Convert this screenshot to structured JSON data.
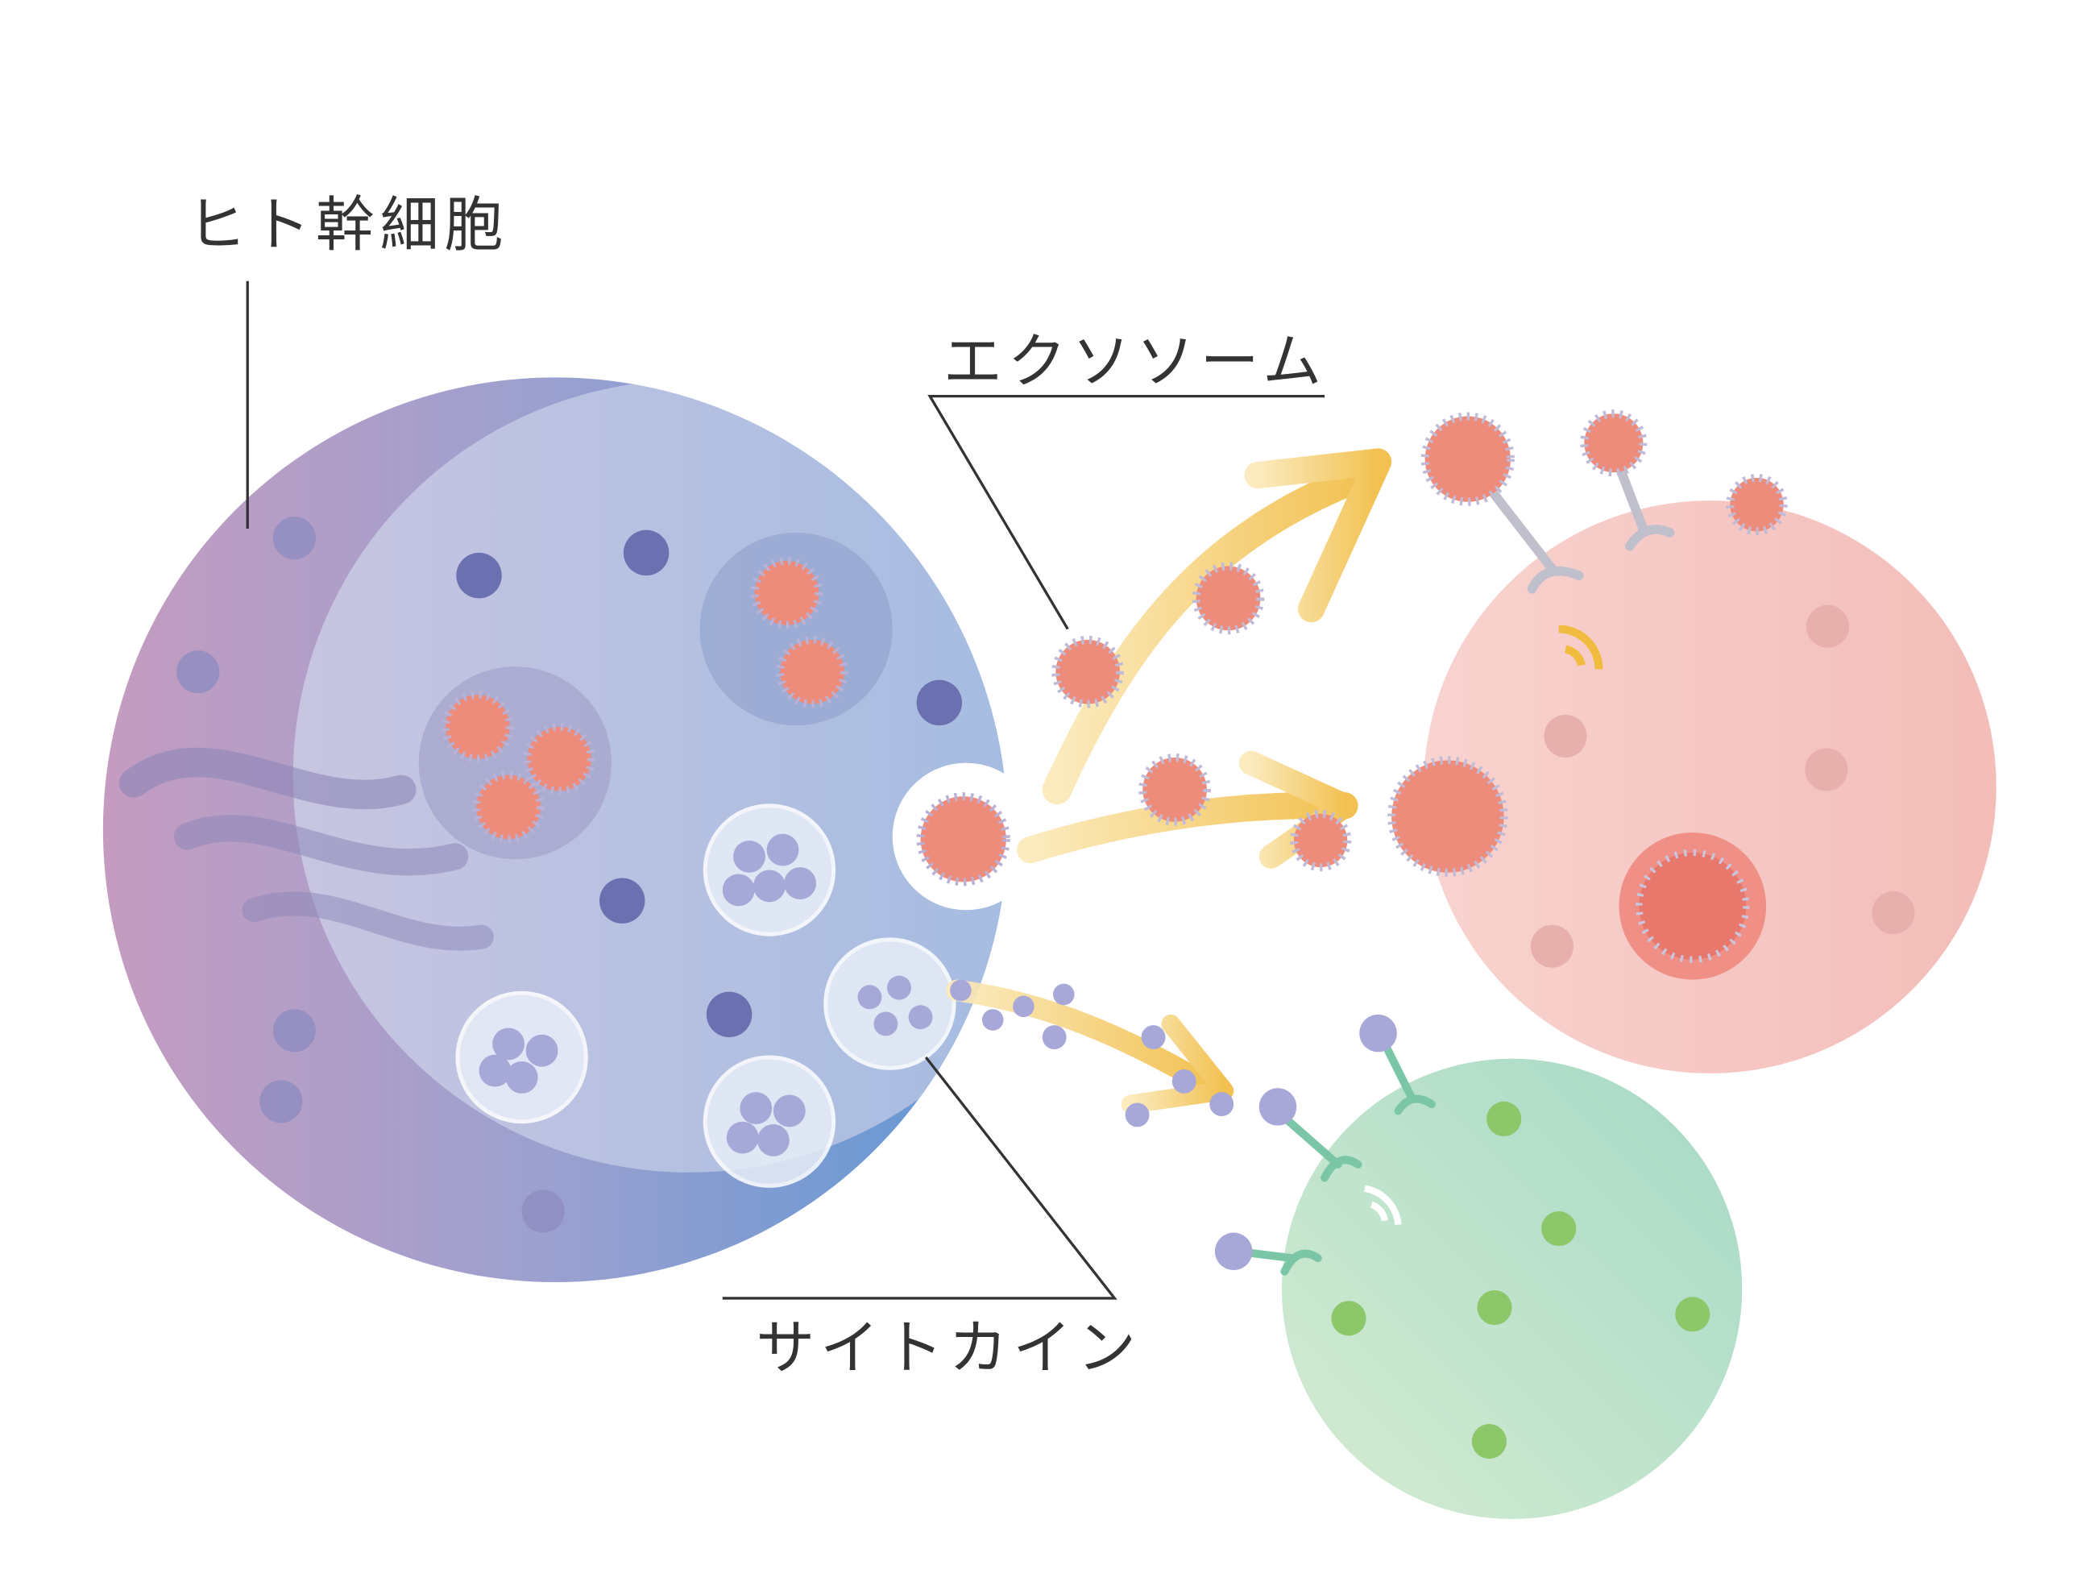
{
  "labels": {
    "stem_cell": "ヒト幹細胞",
    "exosome": "エクソソーム",
    "cytokine": "サイトカイン"
  },
  "colors": {
    "exosome": "#ee8c7c",
    "arrow": "#f2c04a",
    "target_cell_pink": "#f6c7c3",
    "target_cell_green": "#b5dfc8",
    "stem_cell_blue": "#8fa8d6"
  }
}
